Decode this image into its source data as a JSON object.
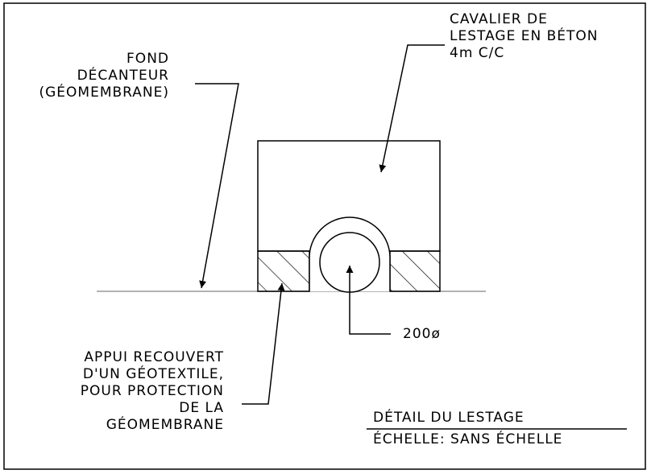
{
  "labels": {
    "fond": [
      "FOND",
      "DÉCANTEUR",
      "(GÉOMEMBRANE)"
    ],
    "cavalier": [
      "CAVALIER DE",
      "LESTAGE EN BÉTON",
      "4m C/C"
    ],
    "pipe": "200ø",
    "appui": [
      "APPUI RECOUVERT",
      "D'UN GÉOTEXTILE,",
      "POUR PROTECTION",
      "DE LA",
      "GÉOMEMBRANE"
    ]
  },
  "title_block": {
    "title": "DÉTAIL DU LESTAGE",
    "scale": "ÉCHELLE: SANS ÉCHELLE"
  }
}
